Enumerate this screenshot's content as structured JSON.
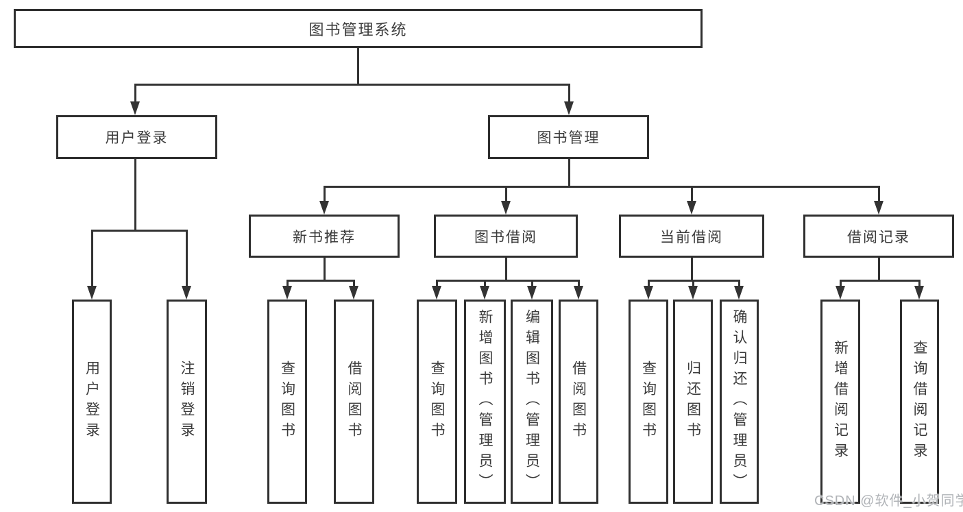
{
  "title": "图书管理系统",
  "branches": {
    "user_login": {
      "label": "用户登录",
      "children": [
        "用户登录",
        "注销登录"
      ]
    },
    "book_mgmt": {
      "label": "图书管理",
      "sections": {
        "new_books": {
          "label": "新书推荐",
          "children": [
            "查询图书",
            "借阅图书"
          ]
        },
        "borrowing": {
          "label": "图书借阅",
          "children": [
            "查询图书",
            "新增图书（管理员）",
            "编辑图书（管理员）",
            "借阅图书"
          ]
        },
        "current": {
          "label": "当前借阅",
          "children": [
            "查询图书",
            "归还图书",
            "确认归还（管理员）"
          ]
        },
        "records": {
          "label": "借阅记录",
          "children": [
            "新增借阅记录",
            "查询借阅记录"
          ]
        }
      }
    }
  },
  "watermark": "CSDN @软件_小贺同学",
  "colors": {
    "line": "#333333",
    "box_border": "#2f2f2f",
    "text": "#3b3b3b",
    "watermark": "#b0b3b7",
    "background": "#ffffff"
  }
}
